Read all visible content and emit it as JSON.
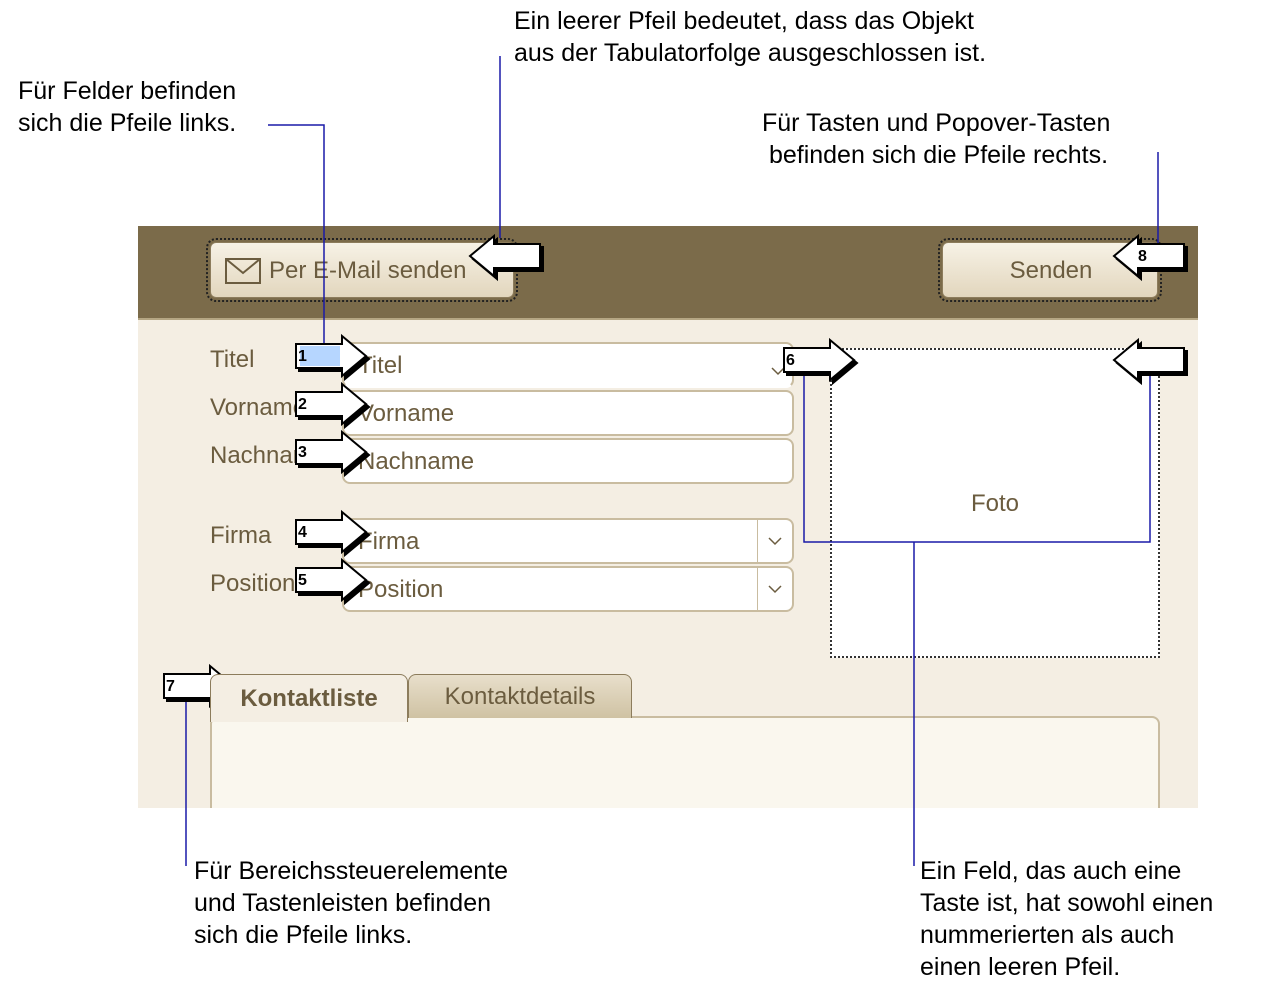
{
  "callouts": {
    "empty_arrow": "Ein leerer Pfeil bedeutet, dass das Objekt\naus der Tabulatorfolge ausgeschlossen ist.",
    "fields_left": "Für Felder befinden\nsich die Pfeile links.",
    "buttons_right": "Für Tasten und Popover-Tasten\n befinden sich die Pfeile rechts.",
    "panel_controls": "Für Bereichssteuerelemente\nund Tastenleisten befinden\nsich die Pfeile links.",
    "field_button": "Ein Feld, das auch eine\nTaste ist, hat sowohl einen\nnummerierten als auch\neinen leeren Pfeil."
  },
  "header": {
    "email_button": "Per E-Mail senden",
    "send_button": "Senden"
  },
  "form": {
    "title_label": "Titel",
    "title_value": "Titel",
    "firstname_label": "Vorname",
    "firstname_value": "Vorname",
    "lastname_label": "Nachname",
    "lastname_value": "Nachname",
    "company_label": "Firma",
    "company_value": "Firma",
    "position_label": "Position",
    "position_value": "Position",
    "photo_label": "Foto"
  },
  "tabs": {
    "contact_list": "Kontaktliste",
    "contact_details": "Kontaktdetails"
  },
  "tab_order": {
    "n1": "1",
    "n2": "2",
    "n3": "3",
    "n4": "4",
    "n5": "5",
    "n6": "6",
    "n7": "7",
    "n8": "8"
  },
  "colors": {
    "header": "#7b6b4a",
    "panel": "#f4eee3",
    "text": "#6b5c3f",
    "leader": "#1a1aa8"
  }
}
